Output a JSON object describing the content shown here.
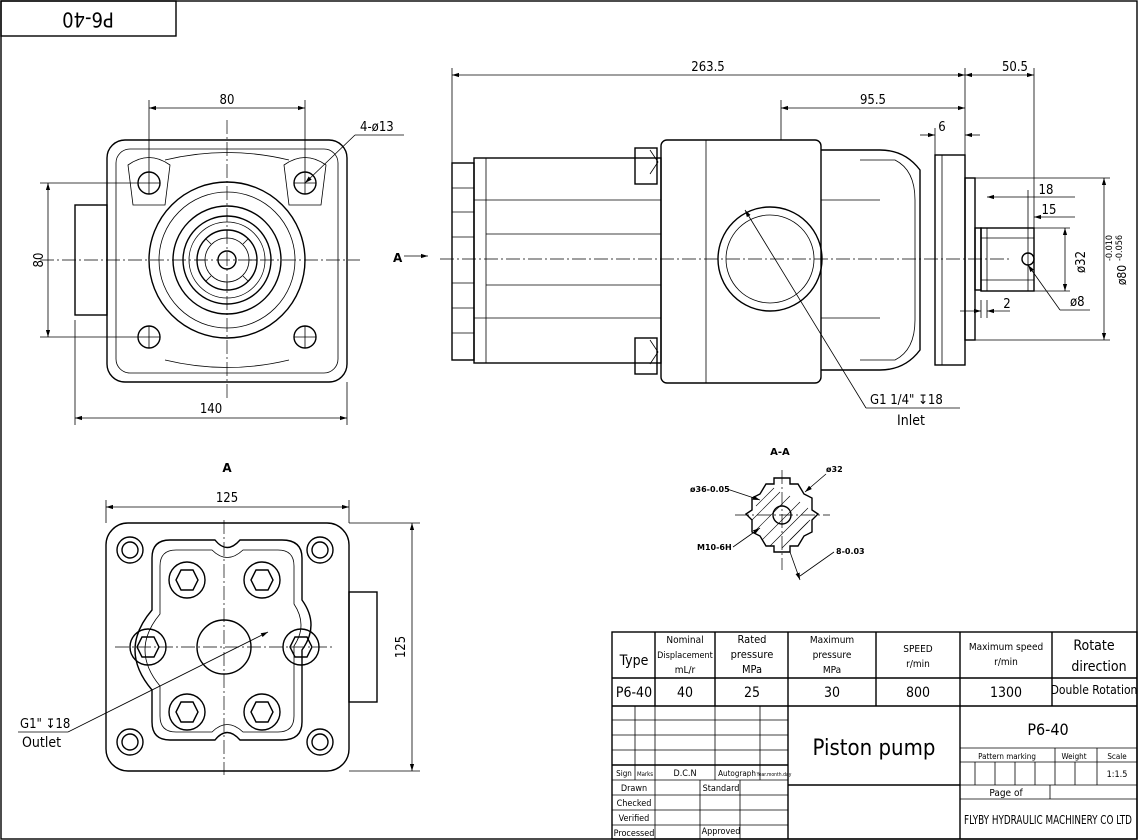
{
  "header_tag": "P6-40",
  "side_view": {
    "dim_overall": "263.5",
    "dim_flange": "50.5",
    "dim_mount": "95.5",
    "dim_6": "6",
    "dim_18": "18",
    "dim_15": "15",
    "dim_2": "2",
    "dia_shaft": "ø32",
    "dia_pilot": "ø80",
    "tol_upper": "-0.010",
    "tol_lower": "-0.056",
    "dia_pin": "ø8",
    "inlet_thread": "G1 1/4\" ↧18",
    "inlet_label": "Inlet",
    "section_marker": "A"
  },
  "front_view": {
    "dim_width": "80",
    "dim_holes": "4-ø13",
    "dim_height": "80",
    "dim_bottom": "140"
  },
  "bottom_view": {
    "view_label": "A",
    "dim_width": "125",
    "dim_height": "125",
    "outlet_thread": "G1\" ↧18",
    "outlet_label": "Outlet"
  },
  "section": {
    "title": "A-A",
    "dia_left": "ø36-0.05",
    "dia_right": "ø32",
    "spline": "M10-6H",
    "key": "8-0.03"
  },
  "spec_table": {
    "headers": {
      "type": "Type",
      "disp_1": "Nominal",
      "disp_2": "Displacement",
      "disp_3": "mL/r",
      "rated_1": "Rated",
      "rated_2": "pressure",
      "rated_3": "MPa",
      "max_1": "Maximum",
      "max_2": "pressure",
      "max_3": "MPa",
      "speed_1": "SPEED",
      "speed_2": "r/min",
      "maxspd_1": "Maximum speed",
      "maxspd_2": "r/min",
      "rot_1": "Rotate",
      "rot_2": "direction"
    },
    "row": {
      "type": "P6-40",
      "displacement": "40",
      "rated": "25",
      "max": "30",
      "speed": "800",
      "max_speed": "1300",
      "rotation": "Double Rotation"
    }
  },
  "title_block": {
    "part_name": "Piston pump",
    "model": "P6-40",
    "pattern_marking": "Pattern marking",
    "weight": "Weight",
    "scale_label": "Scale",
    "scale_value": "1:1.5",
    "page_of": "Page  of",
    "company": "FLYBY HYDRAULIC MACHINERY CO LTD",
    "sign": "Sign",
    "mark": "Marks",
    "dcn": "D.C.N",
    "autograph": "Autograph",
    "date": "Year.month.day",
    "drawn": "Drawn",
    "checked": "Checked",
    "verified": "Verified",
    "processed": "Processed",
    "standard": "Standard",
    "approved": "Approved"
  }
}
